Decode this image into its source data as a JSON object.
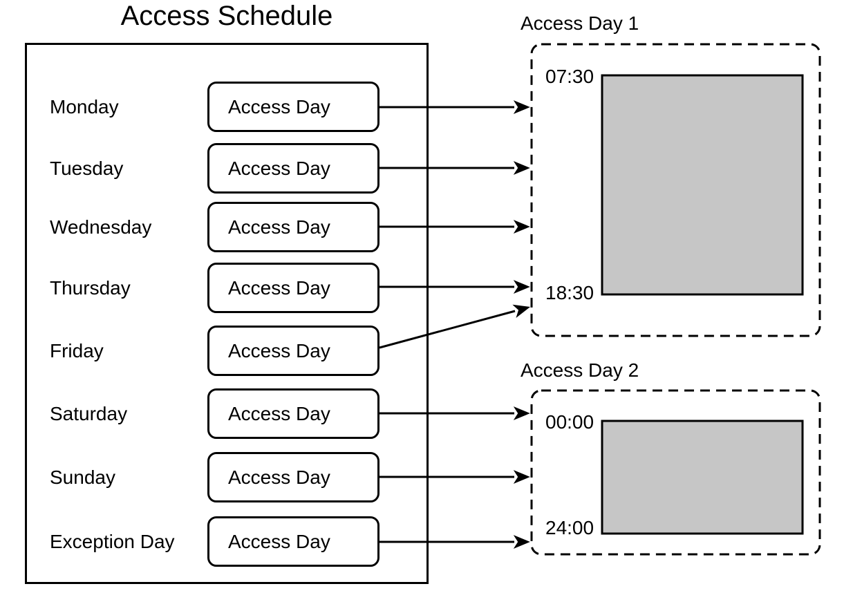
{
  "title": "Access Schedule",
  "schedule": {
    "rows": [
      {
        "day": "Monday",
        "value": "Access Day"
      },
      {
        "day": "Tuesday",
        "value": "Access Day"
      },
      {
        "day": "Wednesday",
        "value": "Access Day"
      },
      {
        "day": "Thursday",
        "value": "Access Day"
      },
      {
        "day": "Friday",
        "value": "Access Day"
      },
      {
        "day": "Saturday",
        "value": "Access Day"
      },
      {
        "day": "Sunday",
        "value": "Access Day"
      },
      {
        "day": "Exception Day",
        "value": "Access Day"
      }
    ]
  },
  "panels": [
    {
      "title": "Access Day 1",
      "start_time": "07:30",
      "end_time": "18:30"
    },
    {
      "title": "Access Day 2",
      "start_time": "00:00",
      "end_time": "24:00"
    }
  ],
  "connections": [
    {
      "from": "Monday",
      "to": "Access Day 1"
    },
    {
      "from": "Tuesday",
      "to": "Access Day 1"
    },
    {
      "from": "Wednesday",
      "to": "Access Day 1"
    },
    {
      "from": "Thursday",
      "to": "Access Day 1"
    },
    {
      "from": "Friday",
      "to": "Access Day 1"
    },
    {
      "from": "Saturday",
      "to": "Access Day 2"
    },
    {
      "from": "Sunday",
      "to": "Access Day 2"
    },
    {
      "from": "Exception Day",
      "to": "Access Day 2"
    }
  ],
  "colors": {
    "ink": "#000000",
    "window_fill": "#c6c6c6",
    "background": "#ffffff"
  }
}
